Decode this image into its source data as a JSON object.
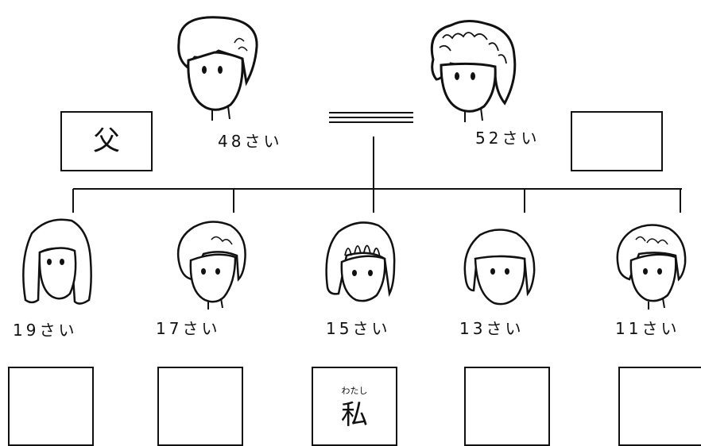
{
  "parents": {
    "father": {
      "age": "48さい",
      "box_label": "父"
    },
    "mother": {
      "age": "52さい",
      "box_label": ""
    }
  },
  "children": [
    {
      "age": "19さい",
      "box_label": "",
      "furigana": ""
    },
    {
      "age": "17さい",
      "box_label": "",
      "furigana": ""
    },
    {
      "age": "15さい",
      "box_label": "私",
      "furigana": "わたし"
    },
    {
      "age": "13さい",
      "box_label": "",
      "furigana": ""
    },
    {
      "age": "11さい",
      "box_label": "",
      "furigana": ""
    }
  ]
}
